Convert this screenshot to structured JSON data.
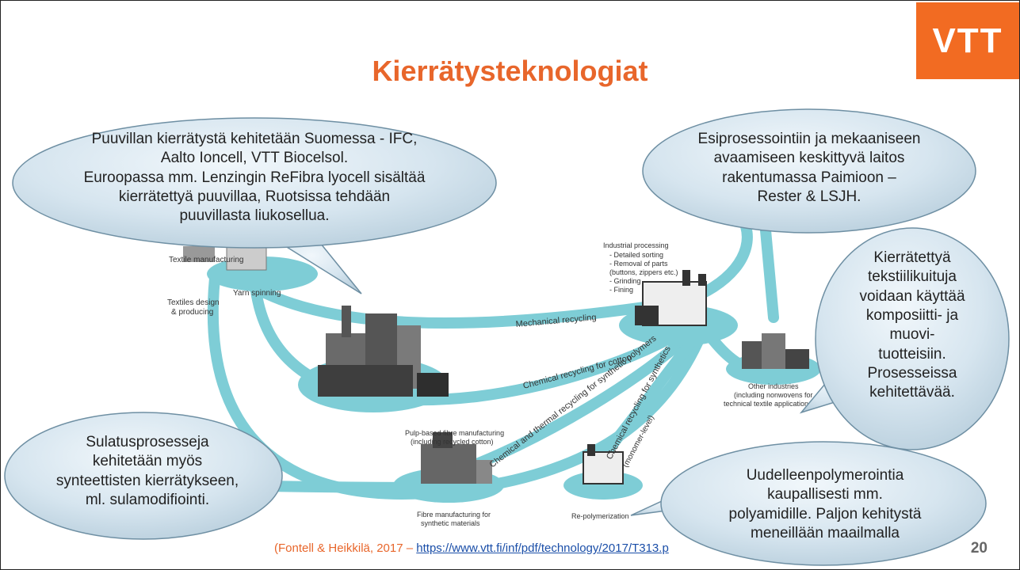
{
  "title": "Kierrätysteknologiat",
  "logo": "VTT",
  "bubbles": {
    "top_left": [
      "Puuvillan kierrätystä kehitetään Suomessa - IFC,",
      "Aalto Ioncell, VTT Biocelsol.",
      "Euroopassa mm. Lenzingin ReFibra lyocell sisältää",
      "kierrätettyä puuvillaa, Ruotsissa tehdään",
      "puuvillasta liukosellua."
    ],
    "top_right": [
      "Esiprosessointiin ja mekaaniseen",
      "avaamiseen keskittyvä laitos",
      "rakentumassa Paimioon –",
      "Rester & LSJH."
    ],
    "right": [
      "Kierrätettyä",
      "tekstiilikuituja",
      "voidaan käyttää",
      "komposiitti- ja",
      "muovi-",
      "tuotteisiin.",
      "Prosesseissa",
      "kehitettävää."
    ],
    "bottom_left": [
      "Sulatusprosesseja",
      "kehitetään myös",
      "synteettisten kierrätykseen,",
      "ml. sulamodifiointi."
    ],
    "bottom_right": [
      "Uudelleenpolymerointia",
      "kaupallisesti mm.",
      "polyamidille. Paljon kehitystä",
      "meneillään maailmalla"
    ]
  },
  "diagram": {
    "textile_manufacturing": "Textile manufacturing",
    "yarn_spinning": "Yarn spinning",
    "textiles_design": [
      "Textiles design",
      "& producing"
    ],
    "industrial_processing": [
      "Industrial processing",
      "- Detailed sorting",
      "- Removal of parts",
      "(buttons, zippers etc.)",
      "- Grinding",
      "- Fining"
    ],
    "mechanical_recycling": "Mechanical recycling",
    "chemical_cotton": "Chemical recycling for cotton",
    "chemical_thermal": "Chemical and thermal recycling for synthetic polymers",
    "chemical_synthetics": "Chemical recycling for synthetics",
    "monomer_level": "(monomer-level)",
    "pulp_based": [
      "Pulp-based fibre manufacturing",
      "(including recycled cotton)"
    ],
    "other_industries": [
      "Other industries",
      "(including nonwovens for",
      "technical textile applications)"
    ],
    "fibre_synthetic": [
      "Fibre manufacturing for",
      "synthetic materials"
    ],
    "repolymerization": "Re-polymerization"
  },
  "source_prefix": "(Fontell & Heikkilä, 2017 – ",
  "source_link": "https://www.vtt.fi/inf/pdf/technology/2017/T313.p",
  "page_number": "20",
  "colors": {
    "accent": "#E8662B",
    "logo_bg": "#F26B22",
    "loop": "#7ecdd6",
    "bubble": "#d4e4ee"
  }
}
